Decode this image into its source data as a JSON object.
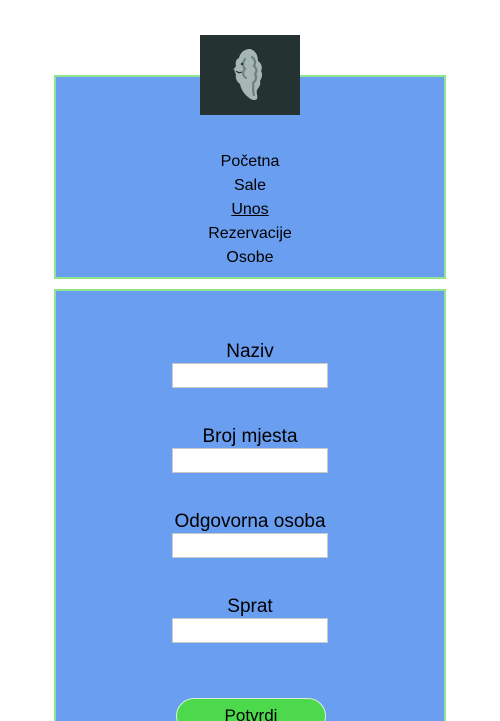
{
  "logo": {
    "icon": "lion-head-icon",
    "background_color": "#243232"
  },
  "nav": {
    "items": [
      {
        "label": "Početna",
        "active": false
      },
      {
        "label": "Sale",
        "active": false
      },
      {
        "label": "Unos",
        "active": true
      },
      {
        "label": "Rezervacije",
        "active": false
      },
      {
        "label": "Osobe",
        "active": false
      }
    ]
  },
  "form": {
    "fields": [
      {
        "label": "Naziv",
        "value": ""
      },
      {
        "label": "Broj mjesta",
        "value": ""
      },
      {
        "label": "Odgovorna osoba",
        "value": ""
      },
      {
        "label": "Sprat",
        "value": ""
      }
    ],
    "submit_label": "Potvrdi"
  },
  "colors": {
    "panel_background": "#6a9ef0",
    "panel_border": "#8ee58e",
    "submit_button": "#4cd94c"
  }
}
